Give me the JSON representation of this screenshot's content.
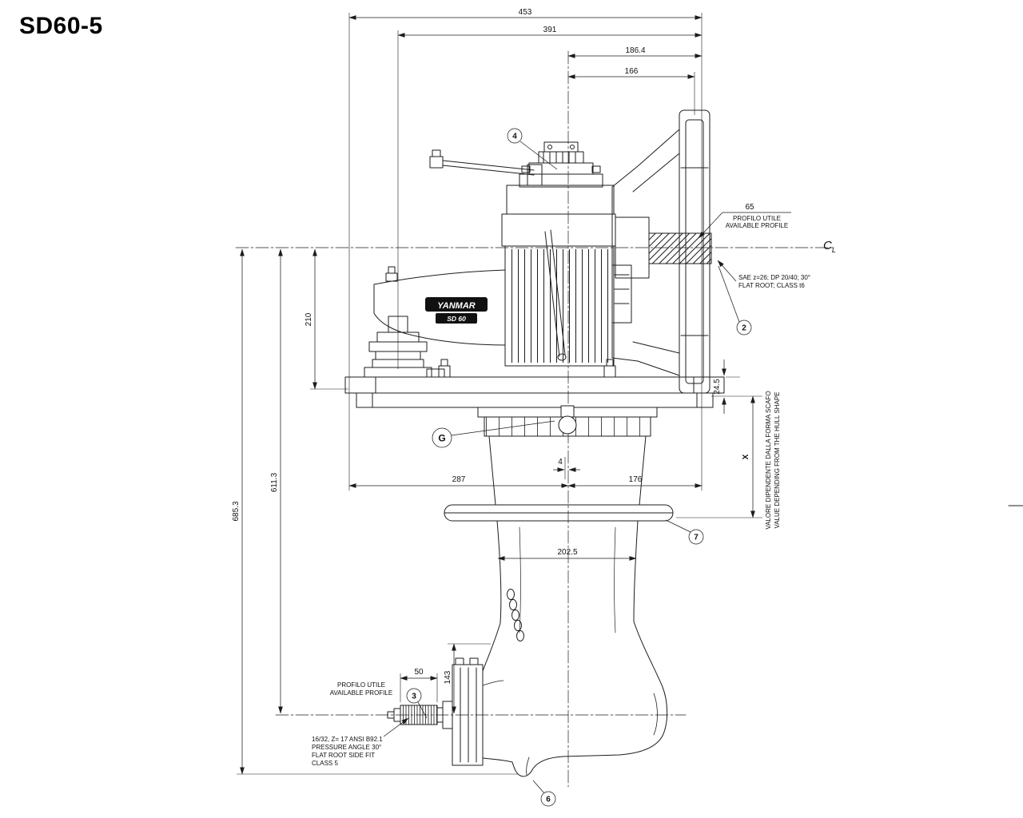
{
  "title": "SD60-5",
  "brand": {
    "name": "YANMAR",
    "model": "SD 60"
  },
  "centerline": {
    "c": "C",
    "l": "L"
  },
  "dims": {
    "d453": "453",
    "d391": "391",
    "d186_4": "186.4",
    "d166": "166",
    "d287": "287",
    "d176": "176",
    "d4": "4",
    "d685_3": "685.3",
    "d611_3": "611.3",
    "d210": "210",
    "d24_5": "24.5",
    "dX": "X",
    "d202_5": "202.5",
    "d143": "143",
    "d50": "50",
    "d65": "65"
  },
  "callouts": {
    "c2": "2",
    "c3": "3",
    "c4": "4",
    "c6": "6",
    "c7": "7",
    "g": "G"
  },
  "notes": {
    "profile_upper_line1": "PROFILO UTILE",
    "profile_upper_line2": "AVAILABLE PROFILE",
    "spline_upper_line1": "SAE z=26;  DP 20/40; 30°",
    "spline_upper_line2": "FLAT ROOT; CLASS t6",
    "hull_line1": "VALORE DIPENDENTE DALLA FORMA SCAFO",
    "hull_line2": "VALUE DEPENDING FROM THE HULL SHAPE",
    "profile_lower_line1": "PROFILO UTILE",
    "profile_lower_line2": "AVAILABLE PROFILE",
    "spline_lower_line1": "16/32, Z= 17 ANSI B92.1",
    "spline_lower_line2": "PRESSURE ANGLE 30°",
    "spline_lower_line3": "FLAT ROOT SIDE FIT",
    "spline_lower_line4": "CLASS 5"
  }
}
